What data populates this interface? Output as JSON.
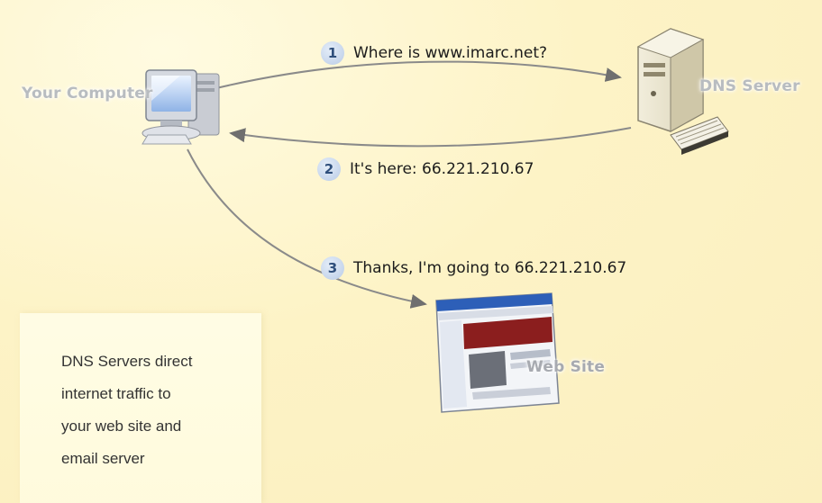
{
  "nodes": {
    "computer": "Your Computer",
    "dns": "DNS Server",
    "website": "Web Site"
  },
  "steps": [
    {
      "num": "1",
      "text": "Where is www.imarc.net?"
    },
    {
      "num": "2",
      "text": "It's here: 66.221.210.67"
    },
    {
      "num": "3",
      "text": "Thanks, I'm going to 66.221.210.67"
    }
  ],
  "note": {
    "lines": [
      "DNS Servers direct",
      "internet traffic to",
      "your web site and",
      "email server"
    ]
  },
  "icons": [
    "computer-icon",
    "dns-server-icon",
    "website-icon"
  ],
  "colors": {
    "background": "#fdf3c6",
    "arrow": "#8a8a8a",
    "step_badge": "#c7d6ec",
    "node_label": "#b8bcc0"
  }
}
